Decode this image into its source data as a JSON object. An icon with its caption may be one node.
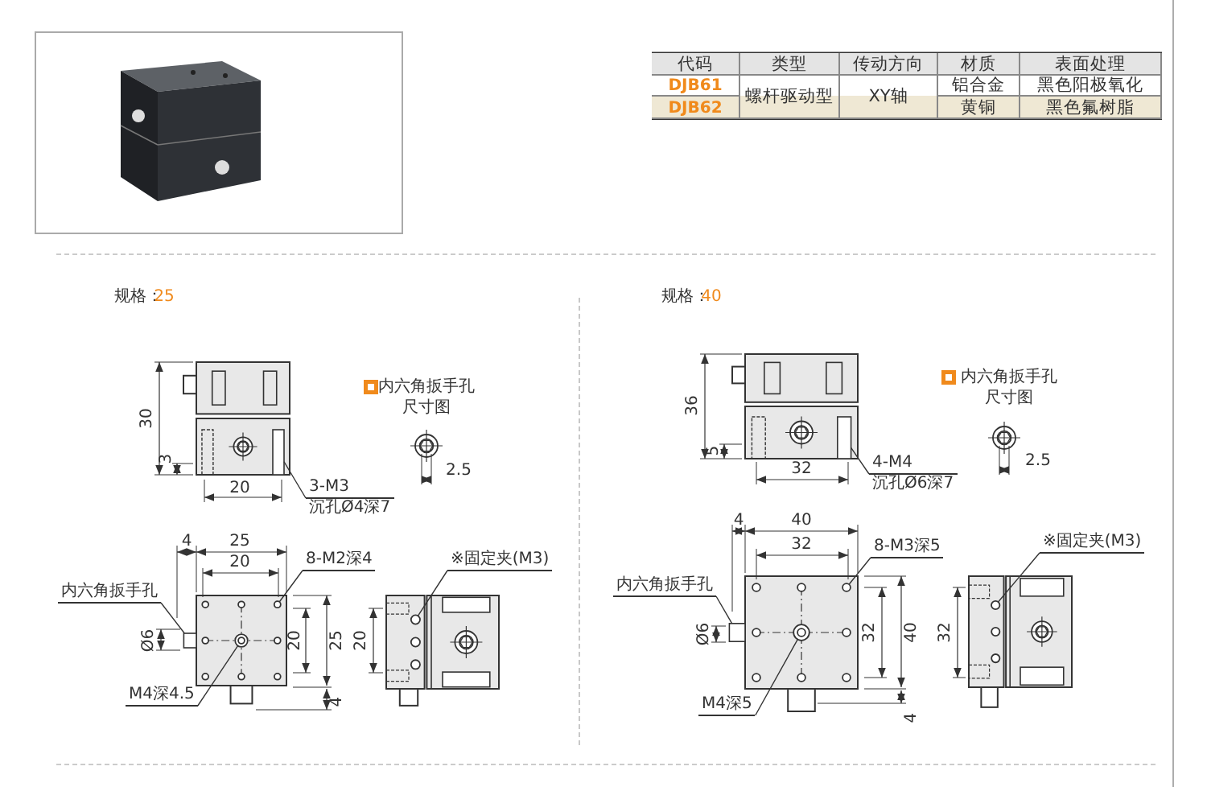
{
  "diagram": {
    "nodes": [
      {
        "text": [
          "3-M3",
          "沉孔Ø4深7"
        ]
      },
      {
        "text": [
          "8-M2深4"
        ]
      },
      {
        "text": [
          "内六角扳手孔"
        ]
      },
      {
        "text": [
          "M4深4.5"
        ]
      },
      {
        "text": [
          "※固定夹(M3)"
        ]
      },
      {
        "text": [
          "4-M4",
          "沉孔Ø6深7"
        ]
      },
      {
        "text": [
          "8-M3深5"
        ]
      },
      {
        "text": [
          "内六角扳手孔"
        ]
      },
      {
        "text": [
          "M4深5"
        ]
      },
      {
        "text": [
          "※固定夹(M3)"
        ]
      },
      {
        "text": [],
        "shape": "box"
      },
      {
        "text": [],
        "shape": "circle"
      },
      {
        "text": [],
        "shape": "box"
      },
      {
        "text": [],
        "shape": "circle"
      },
      {
        "text": [],
        "shape": "circle"
      },
      {
        "text": [],
        "shape": "box"
      },
      {
        "text": [],
        "shape": "circle"
      },
      {
        "text": [],
        "shape": "box"
      },
      {
        "text": [],
        "shape": "circle"
      },
      {
        "text": [],
        "shape": "circle"
      }
    ],
    "edges": [
      {
        "from": 0,
        "to": 10,
        "arrow": "none"
      },
      {
        "from": 1,
        "to": 11,
        "arrow": "none"
      },
      {
        "from": 2,
        "to": 12,
        "arrow": "none"
      },
      {
        "from": 3,
        "to": 13,
        "arrow": "none"
      },
      {
        "from": 4,
        "to": 14,
        "arrow": "none"
      },
      {
        "from": 5,
        "to": 15,
        "arrow": "none"
      },
      {
        "from": 6,
        "to": 16,
        "arrow": "none"
      },
      {
        "from": 7,
        "to": 17,
        "arrow": "none"
      },
      {
        "from": 8,
        "to": 18,
        "arrow": "none"
      },
      {
        "from": 9,
        "to": 19,
        "arrow": "none"
      }
    ],
    "labels": [
      "代码",
      "类型",
      "传动方向",
      "材质",
      "表面处理",
      "DJB61",
      "螺杆驱动型",
      "XY轴",
      "铝合金",
      "黑色阳极氧化",
      "DJB62",
      "黄铜",
      "黑色氟树脂",
      "规格：",
      "25",
      "内六角扳手孔尺寸图",
      "30",
      "3",
      "2.5",
      "20",
      "4",
      "25",
      "20",
      "Ø6",
      "20",
      "25",
      "20",
      "4",
      "规格：",
      "40",
      "内六角扳手孔尺寸图",
      "36",
      "5",
      "32",
      "2.5",
      "4",
      "40",
      "32",
      "Ø6",
      "32",
      "40",
      "32",
      "4"
    ]
  }
}
